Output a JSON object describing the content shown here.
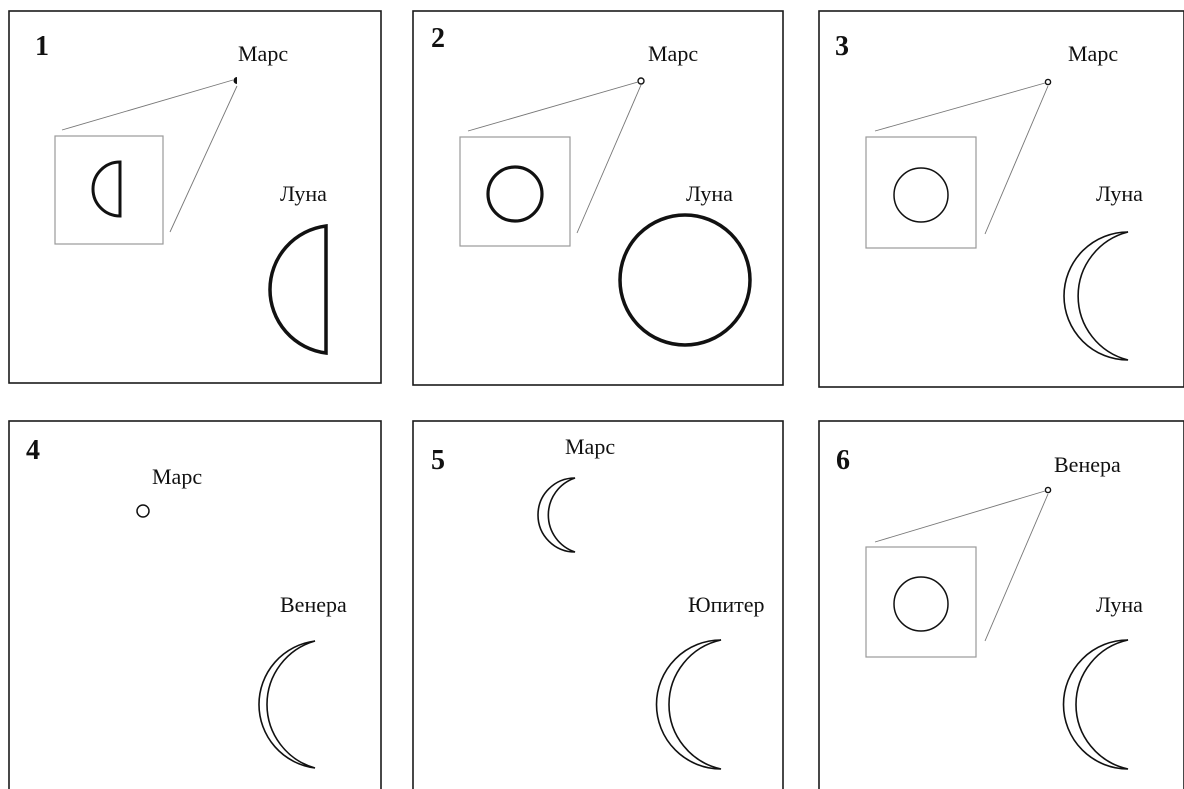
{
  "panels": [
    {
      "number": "1",
      "labels": {
        "mars": "Марс",
        "moon": "Луна"
      }
    },
    {
      "number": "2",
      "labels": {
        "mars": "Марс",
        "moon": "Луна"
      }
    },
    {
      "number": "3",
      "labels": {
        "mars": "Марс",
        "moon": "Луна"
      }
    },
    {
      "number": "4",
      "labels": {
        "mars": "Марс",
        "venus": "Венера"
      }
    },
    {
      "number": "5",
      "labels": {
        "mars": "Марс",
        "jupiter": "Юпитер"
      }
    },
    {
      "number": "6",
      "labels": {
        "venus": "Венера",
        "moon": "Луна"
      }
    }
  ],
  "colors": {
    "ink": "#111111",
    "guide": "#777777",
    "zoom_box": "#9a9a9a"
  }
}
